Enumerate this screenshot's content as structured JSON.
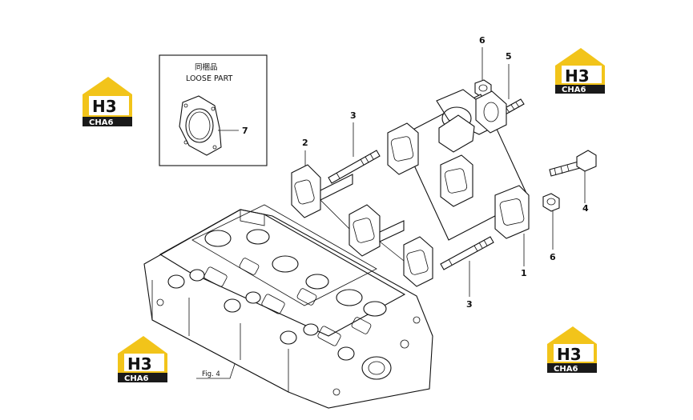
{
  "logo": {
    "top_text": "H3",
    "bottom_text": "CHA6",
    "accent": "#f2c41a",
    "dark": "#1a1a1a"
  },
  "loose_part": {
    "title_cn": "同梱品",
    "title_en": "LOOSE PART"
  },
  "figure_ref": "Fig. 4",
  "callouts": {
    "c1": "1",
    "c2": "2",
    "c3a": "3",
    "c3b": "3",
    "c4": "4",
    "c5": "5",
    "c6a": "6",
    "c6b": "6",
    "c7": "7"
  },
  "colors": {
    "line": "#111111",
    "background": "#ffffff"
  }
}
